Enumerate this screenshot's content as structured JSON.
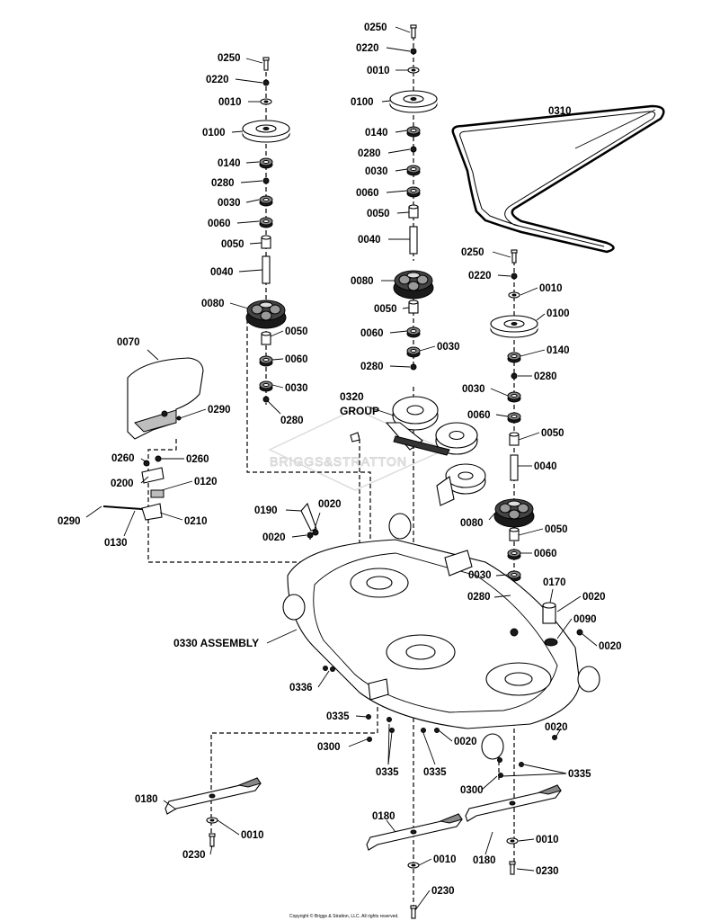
{
  "parts": {
    "p0250": "0250",
    "p0220": "0220",
    "p0010": "0010",
    "p0100": "0100",
    "p0140": "0140",
    "p0280": "0280",
    "p0030": "0030",
    "p0060": "0060",
    "p0050": "0050",
    "p0040": "0040",
    "p0080": "0080",
    "p0070": "0070",
    "p0290": "0290",
    "p0260": "0260",
    "p0200": "0200",
    "p0120": "0120",
    "p0210": "0210",
    "p0130": "0130",
    "p0190": "0190",
    "p0020": "0020",
    "p0310": "0310",
    "p0320": "0320",
    "group": "GROUP",
    "p0170": "0170",
    "p0090": "0090",
    "p0330": "0330 ASSEMBLY",
    "p0336": "0336",
    "p0335": "0335",
    "p0300": "0300",
    "p0180": "0180",
    "p0230": "0230"
  },
  "watermark": "BRIGGS&STRATTON",
  "copyright": "Copyright © Briggs & Stratton, LLC. All rights reserved."
}
